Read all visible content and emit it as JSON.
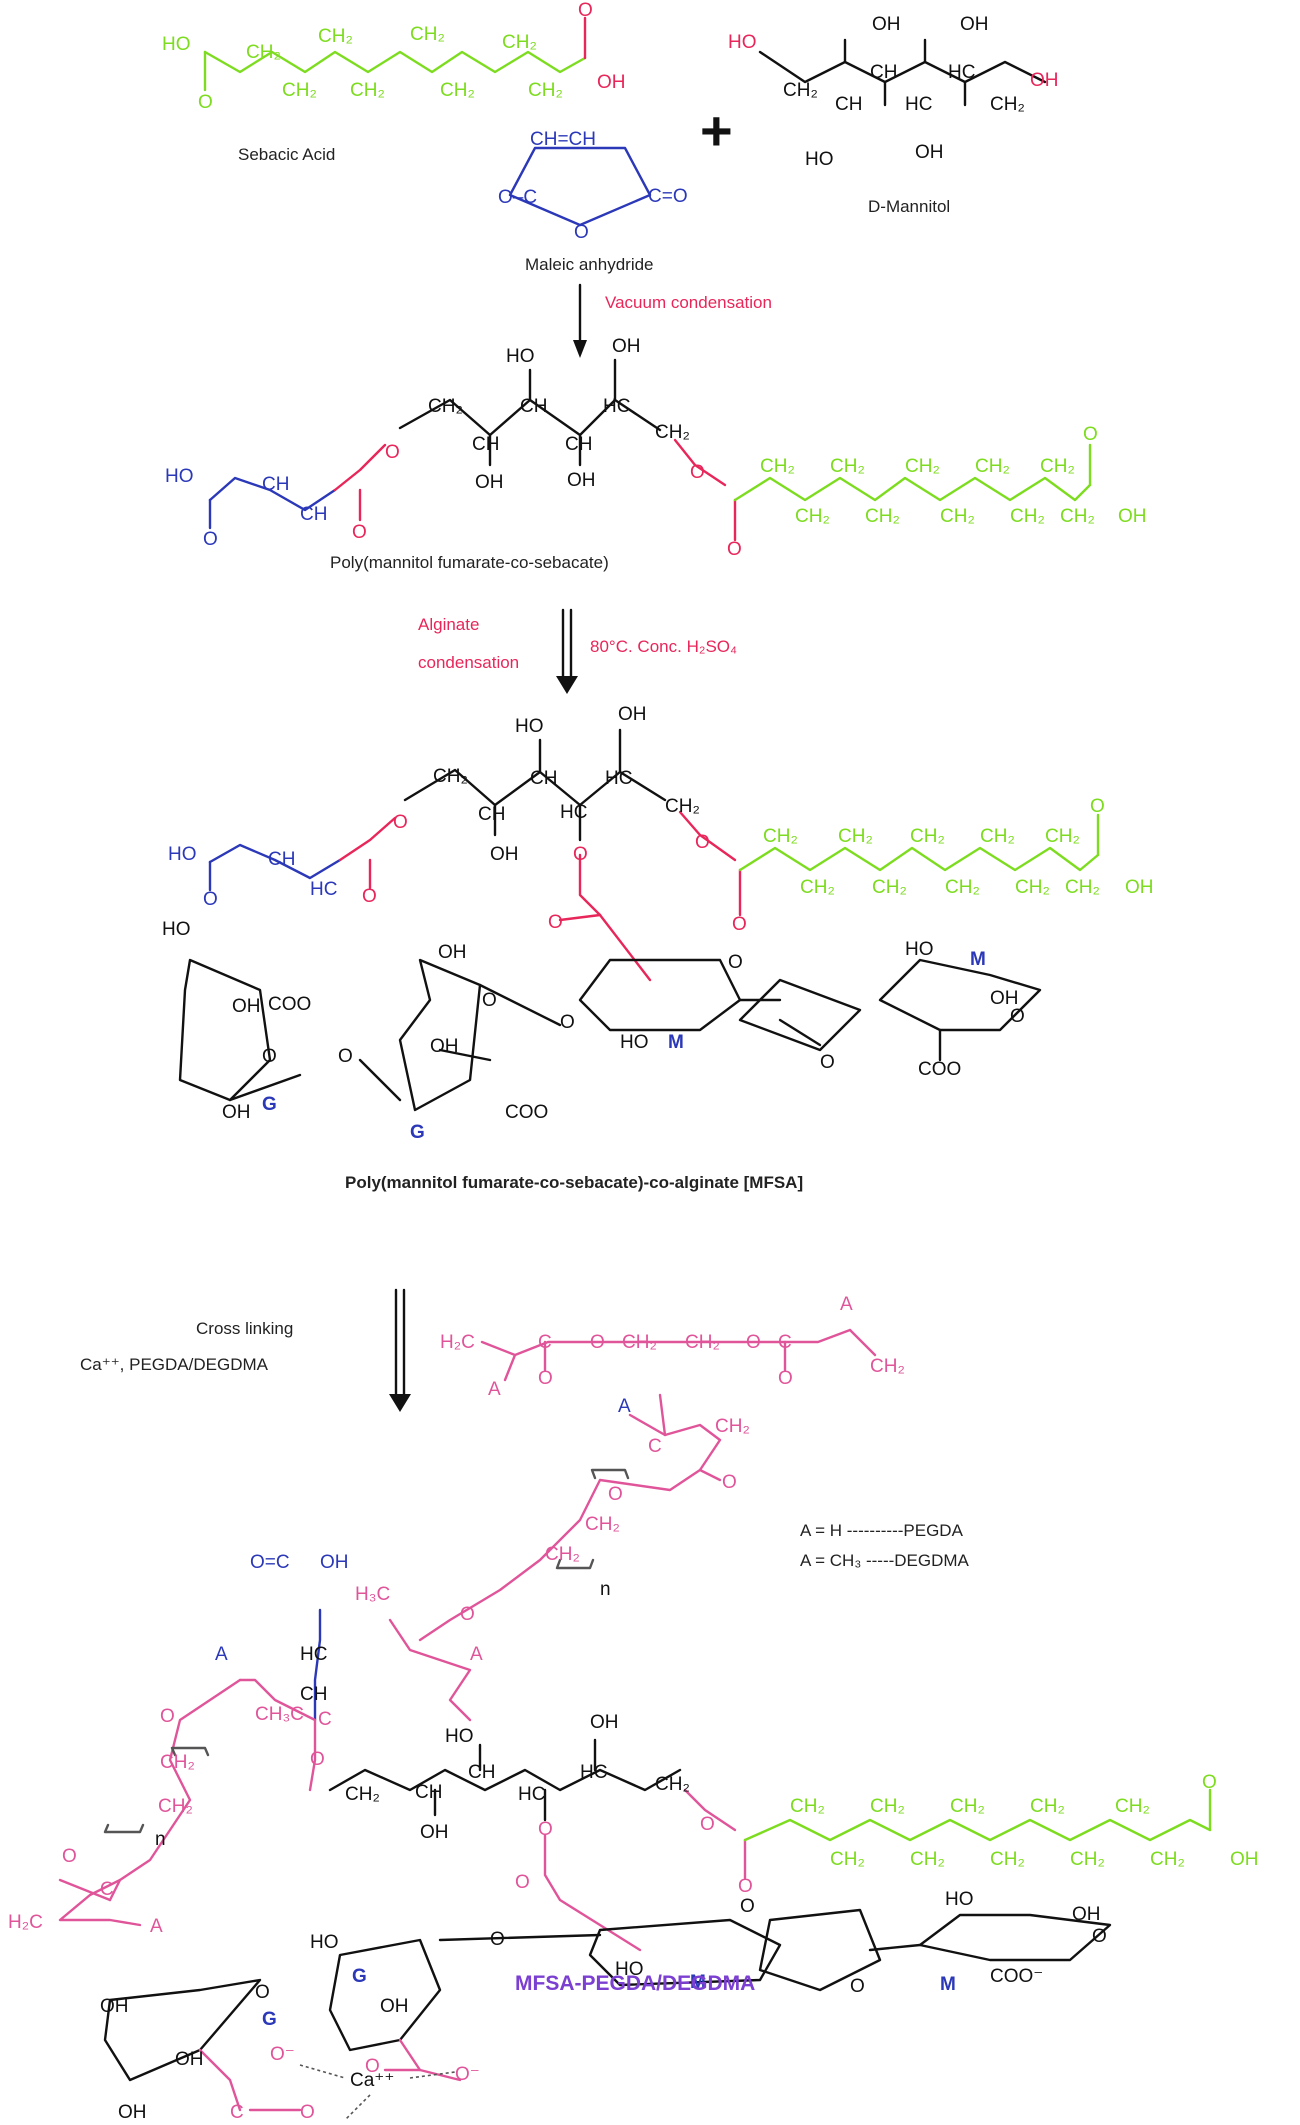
{
  "colors": {
    "green": "#7ddc1f",
    "red": "#e8265a",
    "blue": "#2b38b8",
    "black": "#111111",
    "magenta": "#e0559a",
    "pink": "#ee2d7a",
    "purple": "#7b3fd1",
    "gray": "#555555"
  },
  "labels": {
    "sebacic_acid": "Sebacic Acid",
    "maleic_anhydride": "Maleic anhydride",
    "d_mannitol": "D-Mannitol",
    "plus": "+",
    "vacuum_condensation": "Vacuum condensation",
    "pmfs": "Poly(mannitol fumarate-co-sebacate)",
    "alginate_line1": "Alginate",
    "alginate_line2": "condensation",
    "conditions": "80°C. Conc. H₂SO₄",
    "mfsa": "Poly(mannitol fumarate-co-sebacate)-co-alginate [MFSA]",
    "crosslinking_line1": "Cross linking",
    "crosslinking_line2": "Ca⁺⁺, PEGDA/DEGDMA",
    "legend_pegda": "A = H ----------PEGDA",
    "legend_degdma": "A = CH₃ -----DEGDMA",
    "final_product": "MFSA-PEGDA/DEGDMA"
  },
  "atoms": {
    "ho": "HO",
    "oh": "OH",
    "ch": "CH",
    "hc": "HC",
    "ch2": "CH₂",
    "h2c": "H₂C",
    "o": "O",
    "c": "C",
    "coo": "COO",
    "coo_minus": "COO⁻",
    "o_minus": "O⁻",
    "a": "A",
    "n": "n",
    "g": "G",
    "m": "M",
    "ca": "Ca⁺⁺",
    "h3c": "H₃C",
    "ch3c": "CH₃C",
    "ch_eq_ch": "CH=CH",
    "o_c": "O=C",
    "c_o": "C=O",
    "o_dash_c": "O–C"
  }
}
